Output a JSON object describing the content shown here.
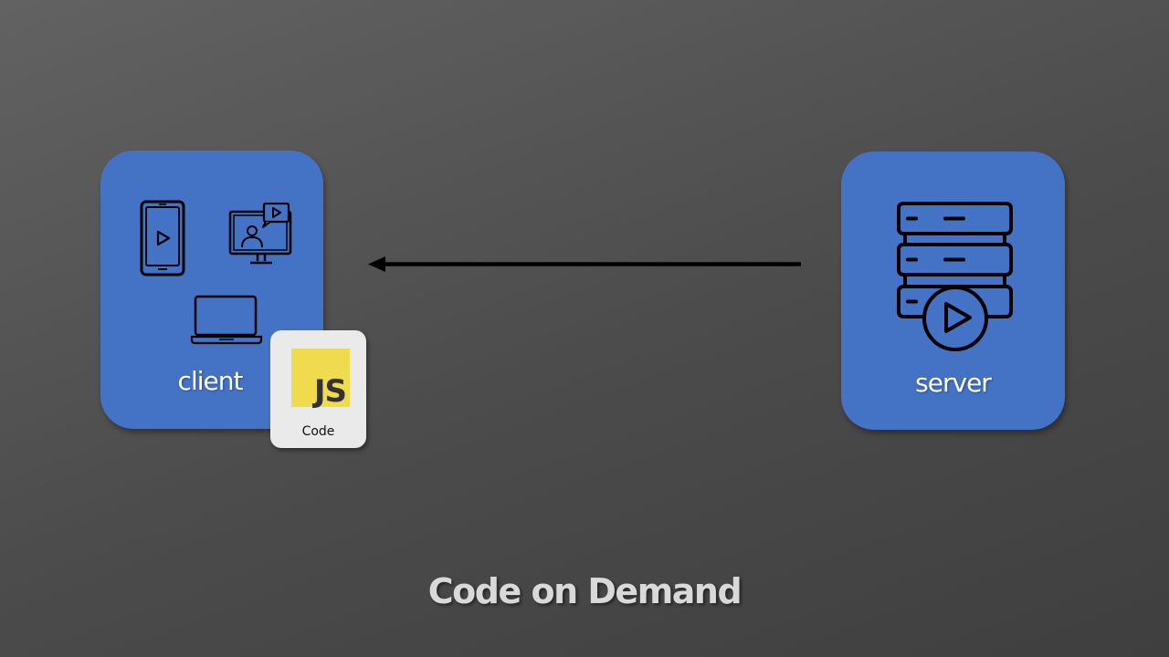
{
  "title": "Code on Demand",
  "client": {
    "label": "client",
    "icons": [
      "smartphone-play-icon",
      "monitor-video-call-icon",
      "laptop-icon"
    ]
  },
  "server": {
    "label": "server",
    "icons": [
      "server-stack-play-icon"
    ]
  },
  "code_card": {
    "logo_text": "JS",
    "label": "Code",
    "logo_color": "#f0db4f"
  },
  "arrow": {
    "from": "server",
    "to": "client"
  },
  "colors": {
    "box": "#4472c4",
    "arrow": "#000000",
    "title": "#d9d9d9"
  }
}
